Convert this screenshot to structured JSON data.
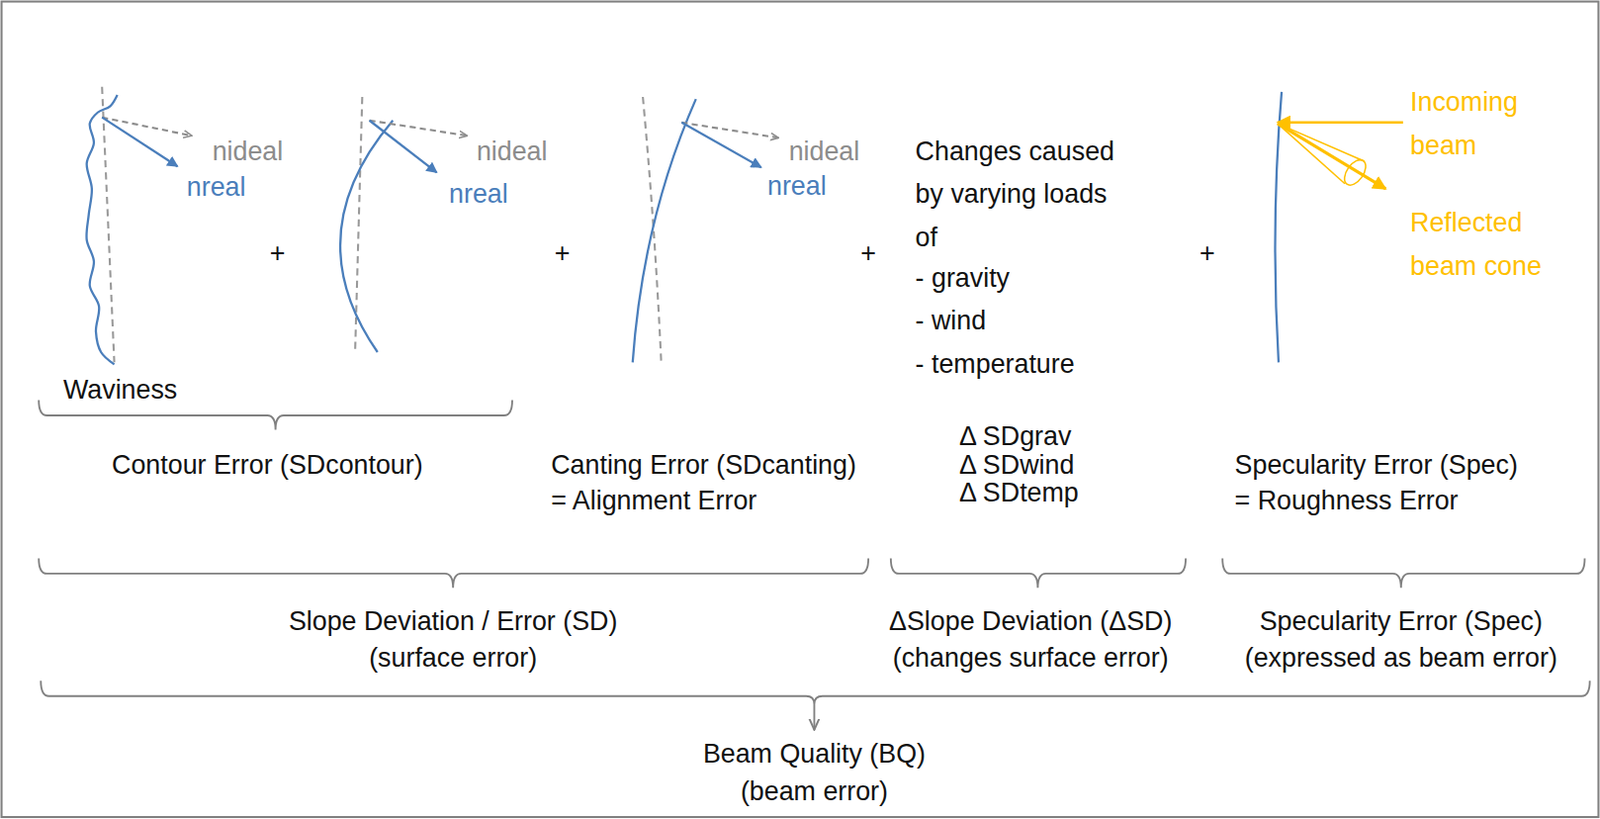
{
  "diagram": {
    "labels": [
      "nideal",
      "nreal",
      "nideal",
      "nreal",
      "nideal",
      "nreal",
      "+",
      "+",
      "+",
      "+",
      "Changes caused by varying loads of",
      "- gravity",
      "- wind",
      "- temperature",
      "Incoming beam",
      "Reflected beam cone",
      "Waviness",
      "Contour Error (SDcontour)",
      "Canting Error (SDcanting)",
      "= Alignment Error",
      "Δ SDgrav",
      "Δ SDwind",
      "Δ SDtemp",
      "Specularity Error (Spec)",
      "= Roughness Error",
      "Slope Deviation / Error (SD)",
      "(surface error)",
      "ΔSlope Deviation (ΔSD)",
      "(changes surface error)",
      "Specularity Error (Spec)",
      "(expressed as beam error)",
      "Beam Quality (BQ)",
      "(beam error)"
    ]
  }
}
